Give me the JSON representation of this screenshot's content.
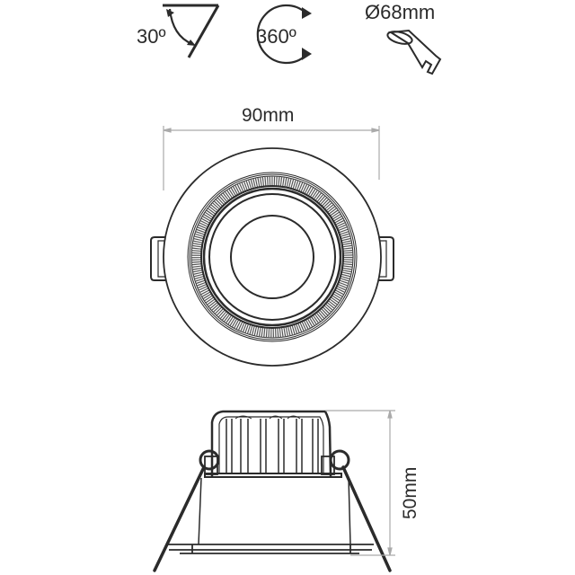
{
  "icons": {
    "tilt": {
      "label": "30º",
      "icon": "tilt-angle-icon"
    },
    "rotation": {
      "label": "360º",
      "icon": "rotation-arrows-icon"
    },
    "cutout": {
      "label": "Ø68mm",
      "icon": "cutout-clip-icon"
    }
  },
  "front_view": {
    "width_label": "90mm"
  },
  "side_view": {
    "height_label": "50mm"
  },
  "colors": {
    "line": "#2b2b2b",
    "dimension": "#aaaaaa"
  }
}
